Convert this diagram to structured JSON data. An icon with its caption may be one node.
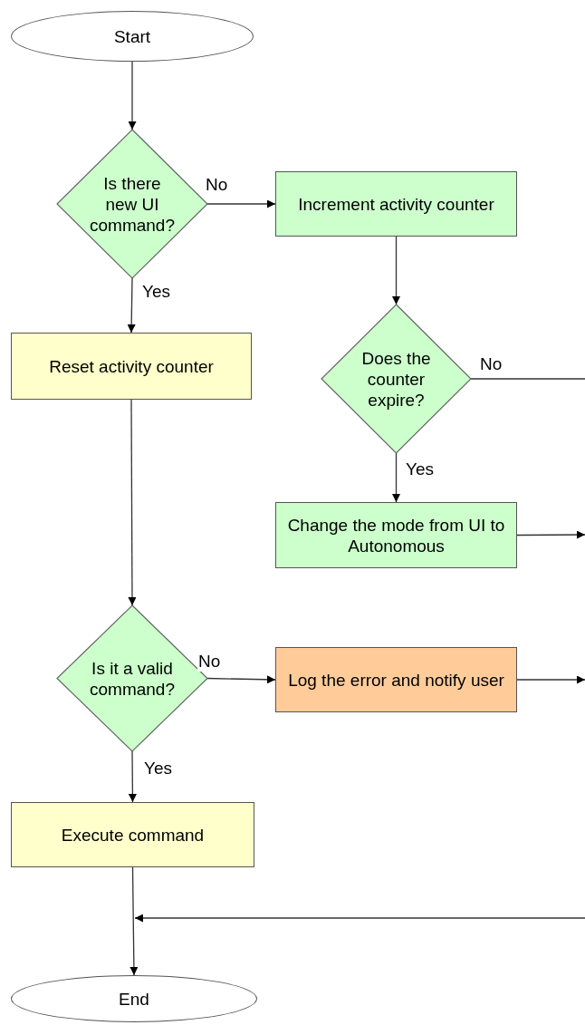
{
  "diagram": {
    "nodes": [
      {
        "text": [
          "Start"
        ]
      },
      {
        "text": [
          "Is there new UI command?"
        ]
      },
      {
        "text": [
          "Increment activity counter"
        ]
      },
      {
        "text": [
          "Reset activity counter"
        ]
      },
      {
        "text": [
          "Does the counter expire?"
        ]
      },
      {
        "text": [
          "Change the mode from UI to Autonomous"
        ]
      },
      {
        "text": [
          "Is it a valid command?"
        ]
      },
      {
        "text": [
          "Log the error and notify user"
        ]
      },
      {
        "text": [
          "Execute command"
        ]
      },
      {
        "text": [
          "End"
        ]
      }
    ],
    "edges": [
      {
        "from": 0,
        "to": 1,
        "arrow": "to"
      },
      {
        "from": 1,
        "to": 2,
        "arrow": "to",
        "label": "No"
      },
      {
        "from": 1,
        "to": 3,
        "arrow": "to",
        "label": "Yes"
      },
      {
        "from": 2,
        "to": 4,
        "arrow": "to"
      },
      {
        "from": 4,
        "to": null,
        "arrow": "none",
        "label": "No"
      },
      {
        "from": 4,
        "to": 5,
        "arrow": "to",
        "label": "Yes"
      },
      {
        "from": 5,
        "to": null,
        "arrow": "to"
      },
      {
        "from": 3,
        "to": 6,
        "arrow": "to"
      },
      {
        "from": 6,
        "to": 7,
        "arrow": "to",
        "label": "No"
      },
      {
        "from": 7,
        "to": null,
        "arrow": "to"
      },
      {
        "from": 6,
        "to": 8,
        "arrow": "to",
        "label": "Yes"
      },
      {
        "from": null,
        "to": 9,
        "arrow": "to"
      },
      {
        "from": 8,
        "to": 9,
        "arrow": "to"
      }
    ]
  }
}
